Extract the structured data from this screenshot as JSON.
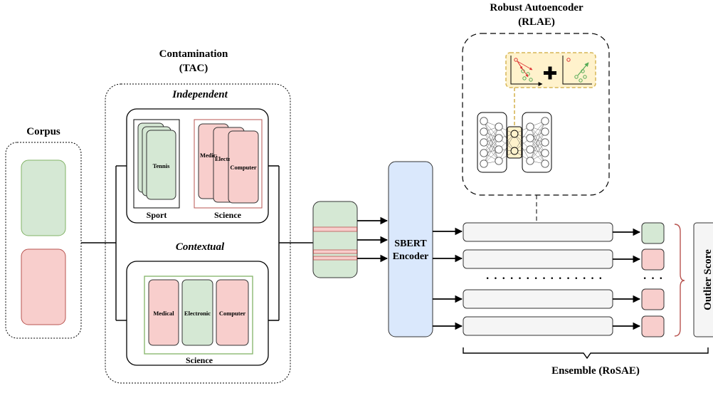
{
  "corpus": {
    "title": "Corpus"
  },
  "contamination": {
    "title_line1": "Contamination",
    "title_line2": "(TAC)",
    "independent": {
      "title": "Independent",
      "sport": {
        "card_label": "Tennis",
        "caption": "Sport"
      },
      "science": {
        "card_labels": [
          "Medical",
          "Electronic",
          "Computer"
        ],
        "caption": "Science"
      }
    },
    "contextual": {
      "title": "Contextual",
      "card_labels": [
        "Medical",
        "Electronic",
        "Computer"
      ],
      "caption": "Science"
    }
  },
  "encoder": {
    "line1": "SBERT",
    "line2": "Encoder"
  },
  "rlae": {
    "title_line1": "Robust Autoencoder",
    "title_line2": "(RLAE)"
  },
  "ensemble": {
    "label": "Ensemble (RoSAE)",
    "dots": "· · · · · · · · · · · · · · ·",
    "score_dots": "· · ·"
  },
  "outlier": {
    "label": "Outlier Score"
  },
  "colors": {
    "green_fill": "#d5e8d4",
    "green_stroke": "#82b366",
    "red_fill": "#f8cecc",
    "red_stroke": "#b85450",
    "blue_fill": "#dae8fc",
    "blue_stroke": "#6c8ebf",
    "gray_fill": "#f5f5f5",
    "yellow_fill": "#fff2cc",
    "yellow_stroke": "#d6b656"
  }
}
